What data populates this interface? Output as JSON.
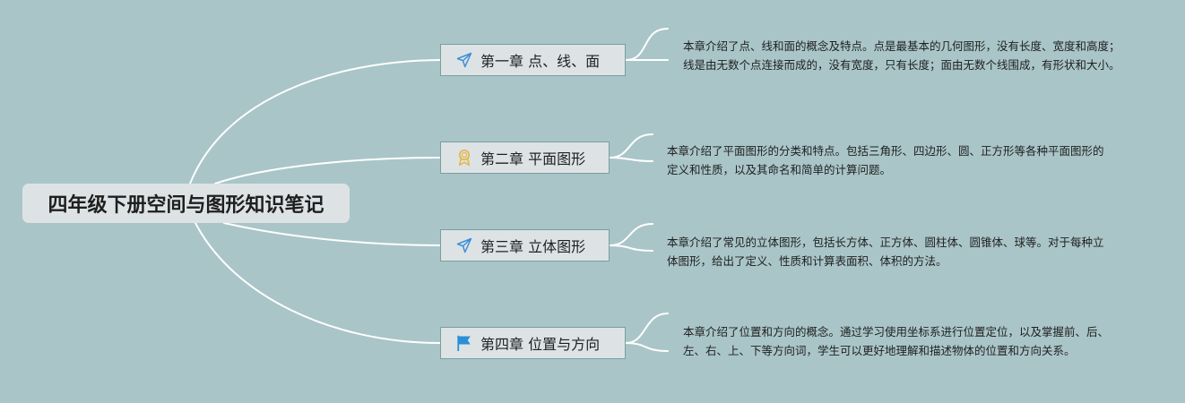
{
  "root": {
    "title": "四年级下册空间与图形知识笔记"
  },
  "chapters": [
    {
      "title": "第一章 点、线、面",
      "icon": "paper-plane-icon",
      "icon_color": "#3d8fd8",
      "description": "本章介绍了点、线和面的概念及特点。点是最基本的几何图形，没有长度、宽度和高度；线是由无数个点连接而成的，没有宽度，只有长度；面由无数个线围成，有形状和大小。"
    },
    {
      "title": "第二章 平面图形",
      "icon": "award-medal-icon",
      "icon_color": "#e6b43c",
      "description": "本章介绍了平面图形的分类和特点。包括三角形、四边形、圆、正方形等各种平面图形的定义和性质，以及其命名和简单的计算问题。"
    },
    {
      "title": "第三章 立体图形",
      "icon": "paper-plane-icon",
      "icon_color": "#3d8fd8",
      "description": "本章介绍了常见的立体图形，包括长方体、正方体、圆柱体、圆锥体、球等。对于每种立体图形，给出了定义、性质和计算表面积、体积的方法。"
    },
    {
      "title": "第四章 位置与方向",
      "icon": "flag-icon",
      "icon_color": "#2a8fd6",
      "description": "本章介绍了位置和方向的概念。通过学习使用坐标系进行位置定位，以及掌握前、后、左、右、上、下等方向词，学生可以更好地理解和描述物体的位置和方向关系。"
    }
  ]
}
